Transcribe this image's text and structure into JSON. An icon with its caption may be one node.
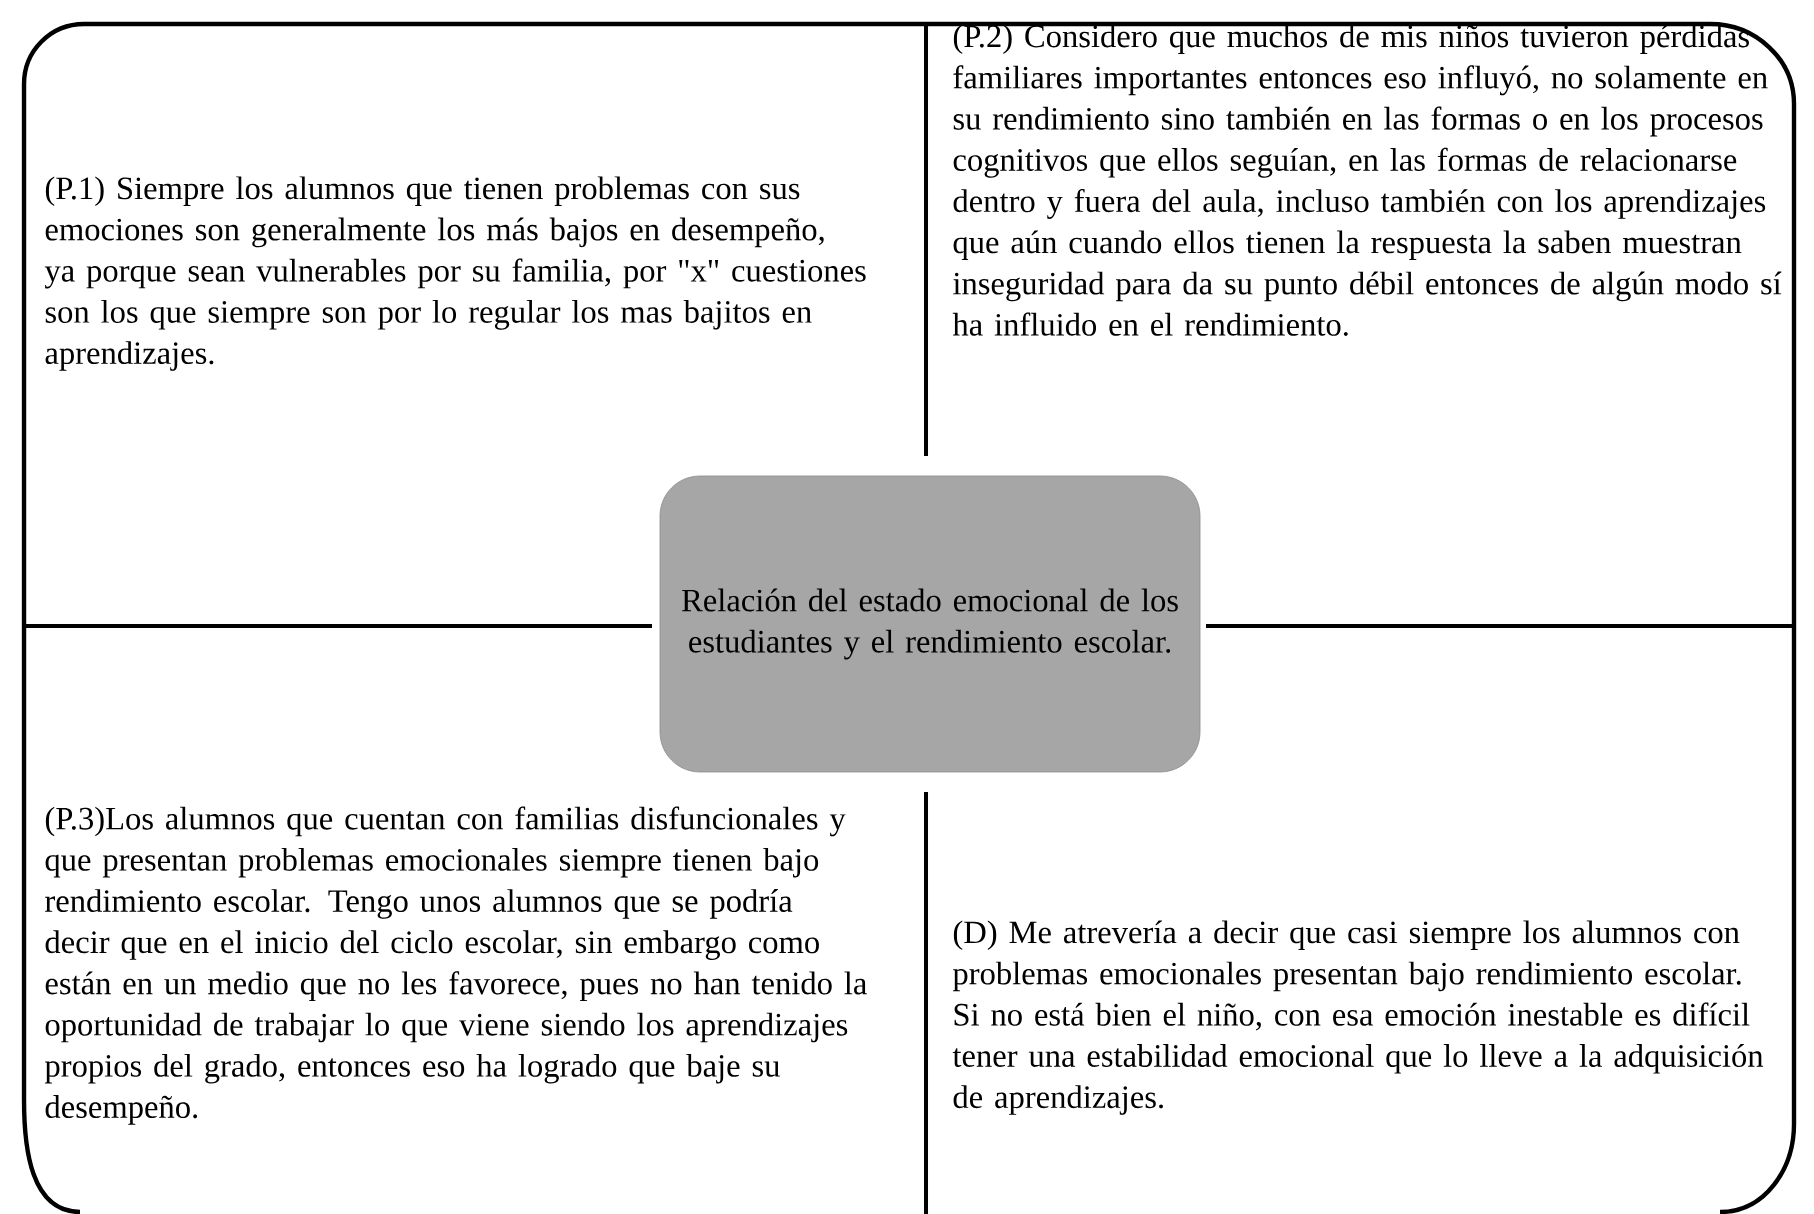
{
  "diagram": {
    "nodes": [
      {
        "text": [
          "Relación del estado emocional de los estudiantes y el rendimiento escolar."
        ]
      }
    ],
    "labels": [
      "(P.1) Siempre los alumnos que tienen problemas con sus emociones son generalmente los más bajos en desempeño, ya porque sean vulnerables por su familia, por \"x\" cuestiones son los que siempre son por lo regular los mas bajitos en aprendizajes.",
      "(P.2) Considero que muchos de mis niños tuvieron pérdidas familiares importantes entonces eso influyó, no solamente en su rendimiento sino también en las formas o en los procesos cognitivos que ellos seguían, en las formas de relacionarse dentro y fuera del aula, incluso también con los aprendizajes que aún cuando ellos tienen la respuesta la saben muestran inseguridad para da su punto débil entonces de algún modo sí ha influido en el rendimiento.",
      "(P.3)Los alumnos que cuentan con familias disfuncionales y que presentan problemas emocionales siempre  tienen bajo rendimiento escolar. Tengo unos alumnos que se podría decir que en el inicio del ciclo escolar, sin embargo como están en un medio que no les favorece, pues no han tenido la oportunidad de trabajar lo que viene siendo los aprendizajes propios del grado, entonces eso ha logrado que baje su  desempeño.",
      "(D) Me atrevería a decir que casi siempre los alumnos con problemas emocionales presentan bajo rendimiento escolar. Si no está bien el niño, con esa emoción inestable es difícil tener una estabilidad emocional que lo lleve a la adquisición de aprendizajes."
    ]
  }
}
